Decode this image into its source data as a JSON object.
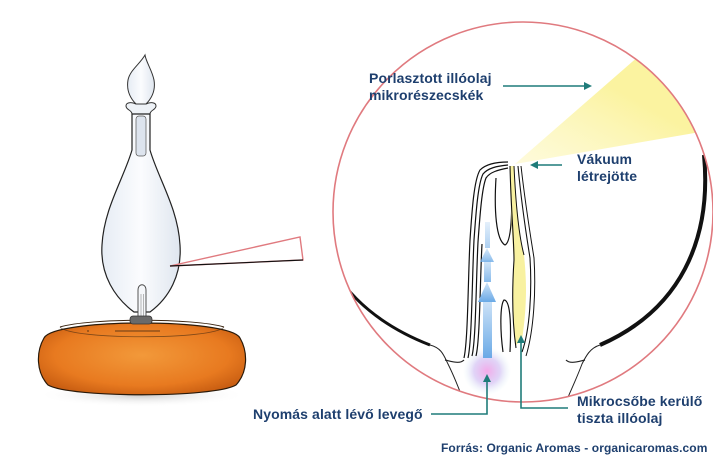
{
  "diagram": {
    "title": "Nebulizing diffuser working principle",
    "labels": {
      "atomized_oil_line1": "Porlasztott illóolaj",
      "atomized_oil_line2": "mikrorészecskék",
      "vacuum_line1": "Vákuum",
      "vacuum_line2": "létrejötte",
      "pressurized_air": "Nyomás alatt lévő levegő",
      "oil_tube_line1": "Mikrocsőbe kerülő",
      "oil_tube_line2": "tiszta illóolaj"
    },
    "source": "Forrás: Organic Aromas - organicaromas.com",
    "components": [
      "glass-reservoir",
      "wooden-base",
      "magnified-nozzle",
      "air-tube",
      "oil-microtube",
      "mist-cone"
    ]
  },
  "colors": {
    "label_text": "#1e3f6e",
    "callout_arrow": "#1f7c7a",
    "magnifier_outline": "#e07a7f",
    "wood_base": "#e8771f",
    "mist": "#fbf5a6",
    "air_arrow": "#7fb6ea",
    "oil": "#f8f1a0"
  }
}
